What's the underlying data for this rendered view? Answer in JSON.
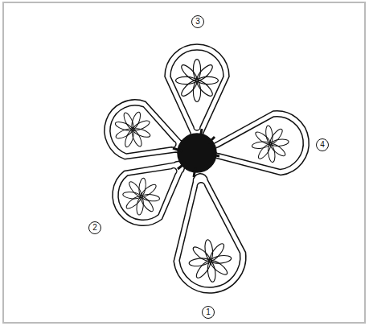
{
  "diagram": {
    "labels": [
      "3",
      "4",
      "2",
      "1"
    ]
  }
}
